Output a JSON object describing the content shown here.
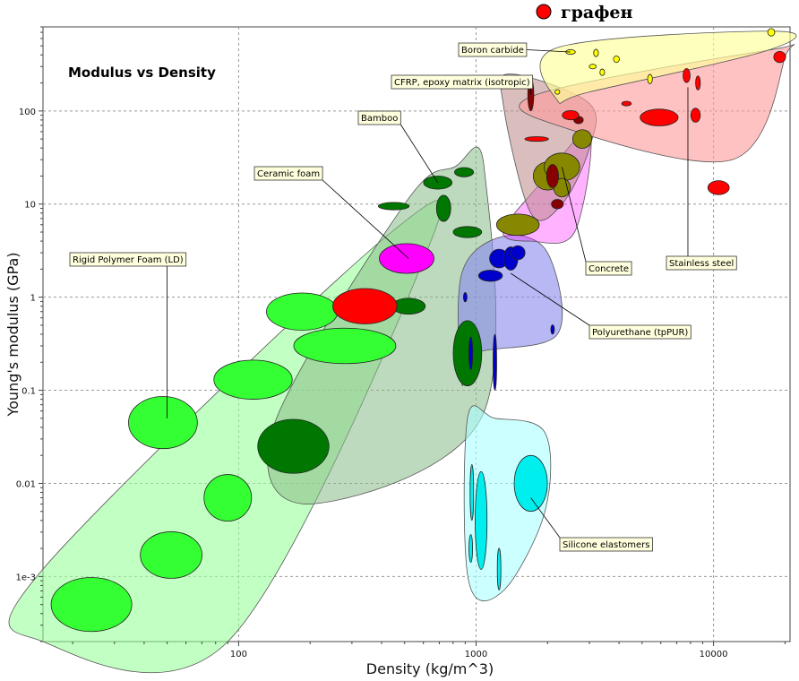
{
  "chart_data": {
    "type": "scatter",
    "title": "Modulus vs Density",
    "xlabel": "Density (kg/m^3)",
    "ylabel": "Young's modulus (GPa)",
    "x_scale": "log",
    "y_scale": "log",
    "xlim": [
      15,
      21000
    ],
    "ylim": [
      0.0002,
      800
    ],
    "x_ticks": [
      {
        "value": 100,
        "label": "100"
      },
      {
        "value": 1000,
        "label": "1000"
      },
      {
        "value": 10000,
        "label": "10000"
      }
    ],
    "y_ticks": [
      {
        "value": 0.001,
        "label": "1e-3"
      },
      {
        "value": 0.01,
        "label": "0.01"
      },
      {
        "value": 0.1,
        "label": "0.1"
      },
      {
        "value": 1,
        "label": "1"
      },
      {
        "value": 10,
        "label": "10"
      },
      {
        "value": 100,
        "label": "100"
      }
    ],
    "grid": true,
    "legend": {
      "position": "top-center",
      "label": "графен",
      "color": "#ff0000"
    },
    "colors": {
      "foam": "#33ff33",
      "foam_env": "#99ff99",
      "wood": "#007700",
      "wood_env": "#88bb88",
      "ceramic_foam": "#ff00ff",
      "polymer": "#0000cc",
      "polymer_env": "#8888ee",
      "elastomer": "#00eeee",
      "elastomer_env": "#aaffff",
      "concrete": "#888800",
      "cfrp": "#880000",
      "cfrp_env": "#bb8888",
      "metal": "#ff0000",
      "metal_env": "#ff9999",
      "ceramic": "#ffff00",
      "ceramic_env": "#ffff99",
      "graphene": "#ff0000"
    },
    "annotations": [
      {
        "text": "Boron carbide",
        "target": [
          2500,
          430
        ]
      },
      {
        "text": "CFRP, epoxy matrix (isotropic)",
        "target": [
          1700,
          150
        ]
      },
      {
        "text": "Bamboo",
        "target": [
          690,
          17
        ]
      },
      {
        "text": "Ceramic foam",
        "target": [
          520,
          2.6
        ]
      },
      {
        "text": "Rigid Polymer Foam (LD)",
        "target": [
          50,
          0.05
        ]
      },
      {
        "text": "Concrete",
        "target": [
          2300,
          25
        ]
      },
      {
        "text": "Stainless steel",
        "target": [
          7800,
          180
        ]
      },
      {
        "text": "Polyurethane (tpPUR)",
        "target": [
          1400,
          1.8
        ]
      },
      {
        "text": "Silicone elastomers",
        "target": [
          1700,
          0.007
        ]
      }
    ],
    "series": [
      {
        "name": "Rigid Polymer Foam (LD)",
        "envelope": [
          [
            15,
            0.0002
          ],
          [
            90,
            0.0002
          ],
          [
            600,
            2.5
          ],
          [
            440,
            5
          ],
          [
            15,
            0.0012
          ]
        ],
        "bubbles": [
          {
            "x": 24,
            "y": 0.0005,
            "w": 0.34,
            "h": 0.58
          },
          {
            "x": 52,
            "y": 0.0017,
            "w": 0.26,
            "h": 0.5
          },
          {
            "x": 90,
            "y": 0.007,
            "w": 0.2,
            "h": 0.5
          },
          {
            "x": 48,
            "y": 0.045,
            "w": 0.29,
            "h": 0.56
          },
          {
            "x": 115,
            "y": 0.13,
            "w": 0.33,
            "h": 0.42
          },
          {
            "x": 280,
            "y": 0.3,
            "w": 0.43,
            "h": 0.38
          },
          {
            "x": 185,
            "y": 0.7,
            "w": 0.3,
            "h": 0.4
          }
        ]
      },
      {
        "name": "Bamboo",
        "envelope": [
          [
            200,
            0.006
          ],
          [
            1050,
            0.05
          ],
          [
            1080,
            25
          ],
          [
            810,
            25
          ],
          [
            500,
            10
          ],
          [
            140,
            0.04
          ]
        ],
        "bubbles": [
          {
            "x": 170,
            "y": 0.025,
            "w": 0.3,
            "h": 0.58
          },
          {
            "x": 520,
            "y": 0.8,
            "w": 0.14,
            "h": 0.17
          },
          {
            "x": 690,
            "y": 17,
            "w": 0.12,
            "h": 0.14
          },
          {
            "x": 890,
            "y": 22,
            "w": 0.08,
            "h": 0.1
          },
          {
            "x": 730,
            "y": 9,
            "w": 0.06,
            "h": 0.28
          },
          {
            "x": 920,
            "y": 5,
            "w": 0.12,
            "h": 0.12
          },
          {
            "x": 920,
            "y": 0.25,
            "w": 0.12,
            "h": 0.7
          },
          {
            "x": 450,
            "y": 9.5,
            "w": 0.13,
            "h": 0.08
          }
        ]
      },
      {
        "name": "Ceramic foam",
        "bubbles": [
          {
            "x": 510,
            "y": 2.6,
            "w": 0.23,
            "h": 0.32
          }
        ]
      },
      {
        "name": "Polyurethane (tpPUR)",
        "envelope": [
          [
            870,
            0.12
          ],
          [
            1000,
            0.25
          ],
          [
            2200,
            0.4
          ],
          [
            2000,
            3
          ],
          [
            1300,
            4.5
          ],
          [
            870,
            1.8
          ]
        ],
        "bubbles": [
          {
            "x": 1250,
            "y": 2.6,
            "w": 0.08,
            "h": 0.2
          },
          {
            "x": 1400,
            "y": 2.6,
            "w": 0.06,
            "h": 0.25
          },
          {
            "x": 1500,
            "y": 3,
            "w": 0.06,
            "h": 0.15
          },
          {
            "x": 1150,
            "y": 1.7,
            "w": 0.1,
            "h": 0.12
          },
          {
            "x": 1200,
            "y": 0.2,
            "w": 0.012,
            "h": 0.6
          },
          {
            "x": 950,
            "y": 0.25,
            "w": 0.016,
            "h": 0.35
          },
          {
            "x": 900,
            "y": 1,
            "w": 0.015,
            "h": 0.1
          },
          {
            "x": 2100,
            "y": 0.45,
            "w": 0.015,
            "h": 0.1
          }
        ]
      },
      {
        "name": "Silicone elastomers",
        "envelope": [
          [
            920,
            0.05
          ],
          [
            1200,
            0.05
          ],
          [
            1950,
            0.035
          ],
          [
            1950,
            0.005
          ],
          [
            1300,
            0.0007
          ],
          [
            930,
            0.0009
          ]
        ],
        "bubbles": [
          {
            "x": 1050,
            "y": 0.004,
            "w": 0.05,
            "h": 1.05
          },
          {
            "x": 960,
            "y": 0.008,
            "w": 0.01,
            "h": 0.6
          },
          {
            "x": 950,
            "y": 0.002,
            "w": 0.01,
            "h": 0.3
          },
          {
            "x": 1700,
            "y": 0.01,
            "w": 0.14,
            "h": 0.6
          },
          {
            "x": 1250,
            "y": 0.0012,
            "w": 0.015,
            "h": 0.45
          }
        ]
      },
      {
        "name": "Concrete",
        "envelope": [
          [
            1300,
            5
          ],
          [
            1800,
            15
          ],
          [
            3000,
            60
          ],
          [
            2600,
            5
          ],
          [
            1700,
            4
          ]
        ],
        "bubbles": [
          {
            "x": 1500,
            "y": 6,
            "w": 0.18,
            "h": 0.23
          },
          {
            "x": 2000,
            "y": 20,
            "w": 0.12,
            "h": 0.3
          },
          {
            "x": 2300,
            "y": 25,
            "w": 0.15,
            "h": 0.3
          },
          {
            "x": 2800,
            "y": 50,
            "w": 0.08,
            "h": 0.2
          },
          {
            "x": 2300,
            "y": 15,
            "w": 0.07,
            "h": 0.2
          }
        ]
      },
      {
        "name": "CFRP, epoxy matrix (isotropic)",
        "envelope": [
          [
            1400,
            250
          ],
          [
            3000,
            120
          ],
          [
            3000,
            40
          ],
          [
            2300,
            10
          ],
          [
            1700,
            8
          ],
          [
            1300,
            120
          ]
        ],
        "bubbles": [
          {
            "x": 1700,
            "y": 150,
            "w": 0.025,
            "h": 0.35
          },
          {
            "x": 2100,
            "y": 20,
            "w": 0.05,
            "h": 0.25
          },
          {
            "x": 2700,
            "y": 80,
            "w": 0.04,
            "h": 0.08
          },
          {
            "x": 2200,
            "y": 10,
            "w": 0.05,
            "h": 0.1
          }
        ]
      },
      {
        "name": "Stainless steel",
        "envelope": [
          [
            1800,
            150
          ],
          [
            17000,
            450
          ],
          [
            20000,
            380
          ],
          [
            12000,
            30
          ],
          [
            2200,
            70
          ]
        ],
        "bubbles": [
          {
            "x": 5900,
            "y": 85,
            "w": 0.16,
            "h": 0.18
          },
          {
            "x": 10500,
            "y": 15,
            "w": 0.09,
            "h": 0.15
          },
          {
            "x": 7700,
            "y": 240,
            "w": 0.03,
            "h": 0.15
          },
          {
            "x": 8400,
            "y": 90,
            "w": 0.04,
            "h": 0.15
          },
          {
            "x": 8600,
            "y": 200,
            "w": 0.02,
            "h": 0.15
          },
          {
            "x": 1800,
            "y": 50,
            "w": 0.1,
            "h": 0.05
          },
          {
            "x": 4300,
            "y": 120,
            "w": 0.04,
            "h": 0.05
          },
          {
            "x": 19000,
            "y": 380,
            "w": 0.05,
            "h": 0.12
          },
          {
            "x": 2500,
            "y": 90,
            "w": 0.07,
            "h": 0.1
          }
        ]
      },
      {
        "name": "Boron carbide",
        "envelope": [
          [
            2200,
            130
          ],
          [
            2200,
            480
          ],
          [
            18000,
            720
          ],
          [
            17000,
            450
          ],
          [
            3000,
            160
          ]
        ],
        "bubbles": [
          {
            "x": 2500,
            "y": 430,
            "w": 0.04,
            "h": 0.05
          },
          {
            "x": 3200,
            "y": 420,
            "w": 0.02,
            "h": 0.08
          },
          {
            "x": 3100,
            "y": 300,
            "w": 0.03,
            "h": 0.05
          },
          {
            "x": 3400,
            "y": 260,
            "w": 0.02,
            "h": 0.07
          },
          {
            "x": 3900,
            "y": 360,
            "w": 0.025,
            "h": 0.07
          },
          {
            "x": 5400,
            "y": 220,
            "w": 0.02,
            "h": 0.1
          },
          {
            "x": 17500,
            "y": 700,
            "w": 0.03,
            "h": 0.08
          },
          {
            "x": 2200,
            "y": 160,
            "w": 0.02,
            "h": 0.05
          }
        ]
      },
      {
        "name": "графен",
        "bubbles": [
          {
            "x": 340,
            "y": 0.8,
            "w": 0.27,
            "h": 0.38
          }
        ]
      }
    ]
  }
}
